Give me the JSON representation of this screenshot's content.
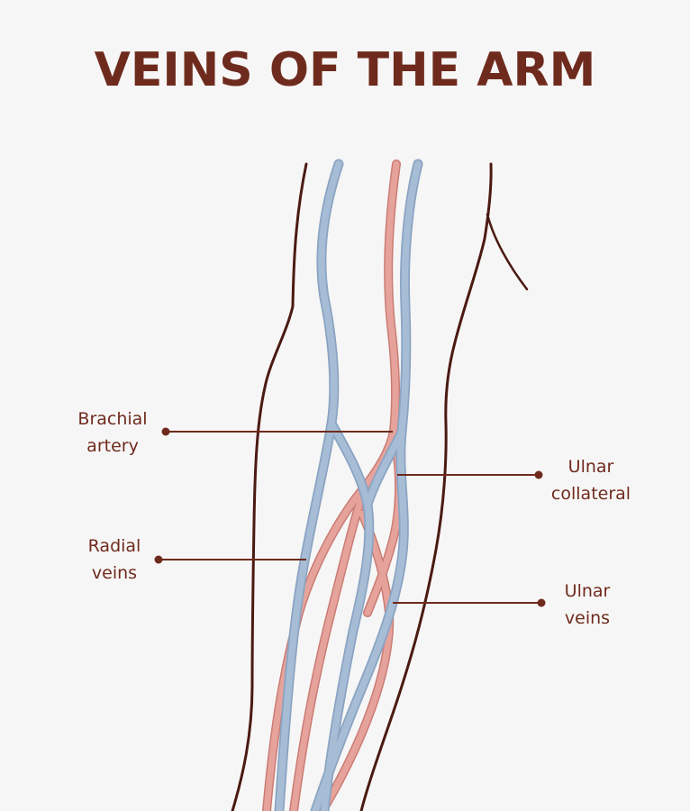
{
  "title": "VEINS OF THE ARM",
  "labels": {
    "brachial_artery": [
      "Brachial",
      "artery"
    ],
    "ulnar_collateral": [
      "Ulnar",
      "collateral"
    ],
    "radial_veins": [
      "Radial",
      "veins"
    ],
    "ulnar_veins": [
      "Ulnar",
      "veins"
    ]
  },
  "colors": {
    "title_text": "#6e2b1d",
    "arm_outline": "#4a1a12",
    "vein": "#a7bdd6",
    "vein_stroke": "#8aa4c2",
    "artery": "#e6a39c",
    "artery_stroke": "#c97c74",
    "leader_line": "#6e2b1d",
    "background": "#f7f6f6"
  }
}
